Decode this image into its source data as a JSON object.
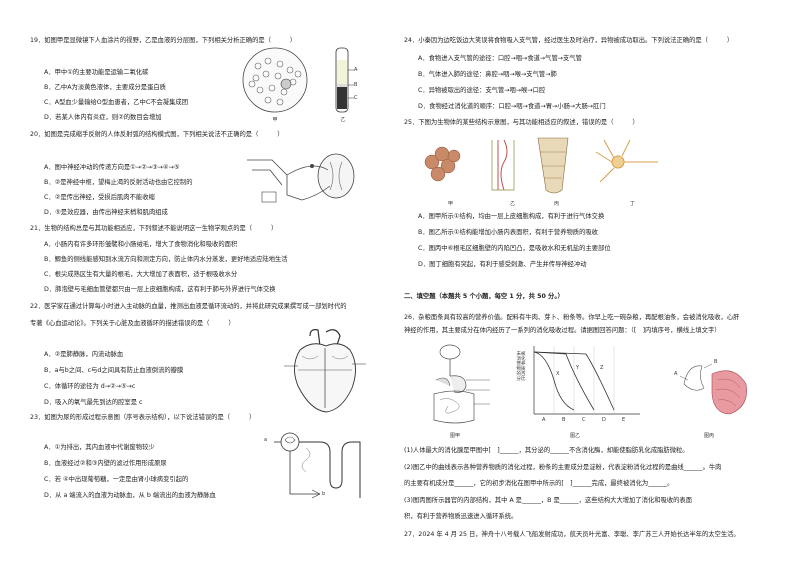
{
  "left": {
    "q19": {
      "stem": "19．如图甲是显微镜下人血涂片的视野，乙是血液的分层图，下列相关分析正确的是（　　　）",
      "options": [
        "A．甲中①的主要功能是运输二氧化碳",
        "B．乙中A为淡黄色液体，主要成分是蛋白质",
        "C．A型血少量输给O型血患者，乙中C不会凝集成团",
        "D．若某人体内有炎症，则②的数目会增加"
      ],
      "fig_labels": {
        "jia": "甲",
        "yi": "乙",
        "A": "A",
        "B": "B",
        "C": "C"
      }
    },
    "q20": {
      "stem": "20．如图是完成缩手反射的人体反射弧的结构模式图，下列相关说法不正确的是（　　　）",
      "options": [
        "A．图中神经冲动的传递方向是①→②→③→④→⑤",
        "B．②是神经中枢，望梅止渴的反射活动也由它控制的",
        "C．②是传出神经，受损后肌肉不能收缩",
        "D．⑤是效应器，由传出神经末梢和肌肉组成"
      ]
    },
    "q21": {
      "stem": "21．生物的结构总是与其功能相适应，下列叙述不能说明这一生物学观点的是（　　　）",
      "options": [
        "A．小肠内有许多环形皱襞和小肠绒毛，增大了食物消化和吸收的面积",
        "B．鲫鱼的侧线能感知到水流方向和测定方向，防止体内水分蒸发，更好地适应陆地生活",
        "C．根尖成熟区生有大量的根毛，大大增加了表面积，适于根吸收水分",
        "D．肺泡壁与毛细血管壁都只由一层上皮细胞构成，这有利于肺与外界进行气体交换"
      ]
    },
    "q22": {
      "stem": "22．医学家在通过计算每小时进入主动脉的血量，推测出血液是循环流动的，并将此研究成果撰写成一部划时代的",
      "stem2": "专著《心血运动论》。下列关于心脏及血液循环的描述错误的是（　　　）",
      "options": [
        "A．②是肺静脉，内流动脉血",
        "B．a与b之间、c与d之间具有防止血液倒流的瓣膜",
        "C．体循环的途径为 d→②→⑤→c",
        "D．吸入的氧气最先到达的腔室是 c"
      ]
    },
    "q23": {
      "stem": "23．如图为尿的形成过程示意图（序号表示结构），以下说法错误的是（　　　）",
      "options": [
        "A．①为排出，其内血液中代谢废物较少",
        "B．血液经过②和③内壁的滤过作用形成原尿",
        "C．若 ④中出现葡萄糖，一定是由肾小球病变引起的",
        "D．从 a 端流入的血液为动脉血，从 b 端流出的血液为静脉血"
      ],
      "fig_labels": {
        "a": "a",
        "b": "b"
      }
    }
  },
  "right": {
    "q24": {
      "stem": "24．小秦因为边吃饭边大笑误将食物吸入支气管，经过医生及时治疗，异物被成功取出。下列说法正确的是（　　　）",
      "options": [
        "A．食物进入支气管的途径：口腔→咽→食道→气管→支气管",
        "B．气体进入肺的途径：鼻腔→咽→喉→支气管→肺",
        "C．异物被取出的途径：支气管→咽→喉→口腔",
        "D．食物经过消化道的顺序：口腔→咽→食道→胃→小肠→大肠→肛门"
      ]
    },
    "q25": {
      "stem": "25．下图为生物体的某些结构示意图，与其功能相适应的叙述，错误的是（　　　）",
      "captions": [
        "甲",
        "乙",
        "丙",
        "丁"
      ],
      "options": [
        "A．图甲所示①结构，均由一层上皮细胞构成，有利于进行气体交换",
        "B．图乙所示①结构能增加小肠内表面积，有利于营养物质的吸收",
        "C．图丙中⑥根毛区细胞壁的内陷凹凸，是吸收水和无机盐的主要部位",
        "D．图丁细胞有突起，有利于感受刺激、产生并传导神经冲动"
      ]
    },
    "section2": "二、填空题（本题共 5 个小题，每空 1 分，共 50 分。）",
    "q26": {
      "text1": "26．杂粮面条具有较高的营养价值。配料有牛肉、芽卜、粉条等。你早上吃一碗杂粮，再配根油条，会被消化吸收，心肝",
      "text2": "神经的作用，其主要成分在体内经历了一系列的消化吸收过程。请据图回答问题：（[　]内填序号，横线上填文字）",
      "fig_captions": [
        "图甲",
        "图乙",
        "图丙"
      ],
      "chart_labels": {
        "ylabel": "未被消化营养物质的百分比",
        "x": [
          "A",
          "B",
          "C",
          "D",
          "E"
        ],
        "curves": [
          "X",
          "Y",
          "Z"
        ]
      },
      "subq1": "(1)人体最大的消化腺是甲图中[　]______，其分泌的______不含消化酶，却能使脂肪乳化成脂肪微粒。",
      "subq2": "(2)图乙中的曲线表示各种营养物质的消化过程，粉条的主要成分是淀粉，代表淀粉消化过程的是曲线______。牛肉",
      "subq2b": "的主要有机成分是______，它的初步消化在图甲中所示的[　]______完成，最终被消化为______。",
      "subq3": "(3)图丙图所示器官的内部结构，其中 A 是______，B 是______，这些结构大大增加了消化和吸收的表面",
      "subq3b": "积，有利于营养物质迅速进入循环系统。",
      "fig_letters": {
        "A": "A",
        "B": "B"
      }
    },
    "q27": "27．2024 年 4 月 25 日，神舟十八号载人飞船发射成功，航天员叶光富、李聪、李广苏三人开始长达半年的太空生活。"
  }
}
